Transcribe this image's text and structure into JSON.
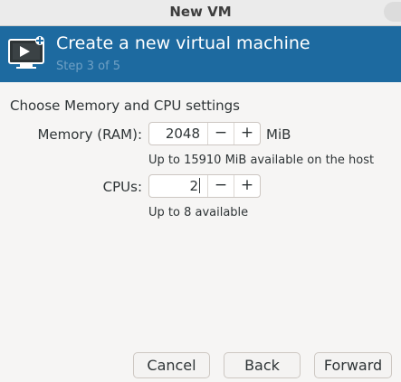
{
  "window": {
    "title": "New VM"
  },
  "header": {
    "title": "Create a new virtual machine",
    "step": "Step 3 of 5"
  },
  "section": {
    "title": "Choose Memory and CPU settings"
  },
  "memory": {
    "label": "Memory (RAM):",
    "value": "2048",
    "unit": "MiB",
    "hint": "Up to 15910 MiB available on the host",
    "decrement": "−",
    "increment": "+"
  },
  "cpus": {
    "label": "CPUs:",
    "value": "2",
    "hint": "Up to 8 available",
    "decrement": "−",
    "increment": "+"
  },
  "buttons": {
    "cancel": "Cancel",
    "back": "Back",
    "forward": "Forward"
  },
  "icons": {
    "header": "vm-monitor-icon",
    "close": "close-icon"
  },
  "colors": {
    "header_bg": "#1d6aa0",
    "header_text": "#ffffff",
    "step_text": "#6fa0c4",
    "window_bg": "#f6f5f4"
  }
}
